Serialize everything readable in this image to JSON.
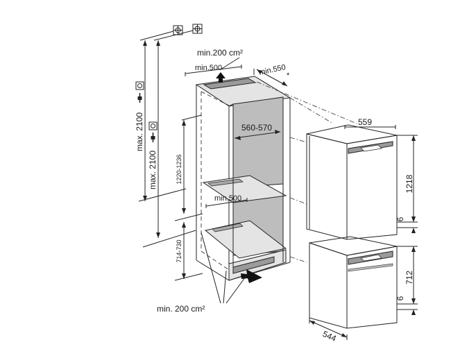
{
  "labels": {
    "vent_top_area": "min.200 cm²",
    "depth_top": "min.500",
    "depth_niche": "min.550",
    "depth_star": "*",
    "niche_width": "560-570",
    "depth_shelf": "min.500",
    "vent_bottom_area": "min. 200 cm²",
    "height_upper_range": "1220-1236",
    "height_lower_range": "714-730",
    "max_height_a": "max. 2100",
    "max_height_b": "max. 2100",
    "unit_width": "559",
    "upper_height": "1218",
    "upper_gap": "6",
    "lower_height": "712",
    "lower_gap": "6",
    "unit_depth": "544"
  },
  "icons": [
    "socket-icon",
    "plug-icon",
    "fixing-point-icon"
  ]
}
